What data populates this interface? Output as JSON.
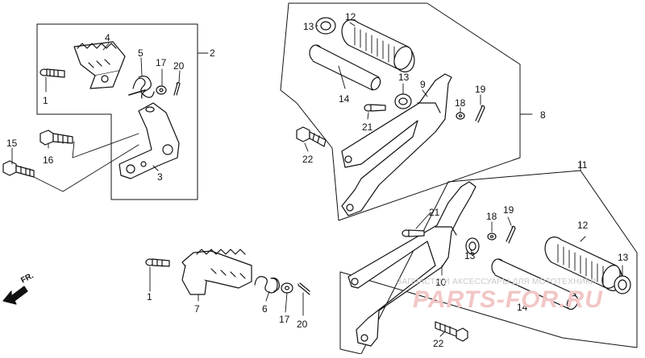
{
  "labels": {
    "p1a": "1",
    "p4": "4",
    "p5": "5",
    "p17a": "17",
    "p20a": "20",
    "p2": "2",
    "p15": "15",
    "p16": "16",
    "p3": "3",
    "p13a": "13",
    "p12a": "12",
    "p13b": "13",
    "p9": "9",
    "p19a": "19",
    "p14a": "14",
    "p18a": "18",
    "p21a": "21",
    "p8": "8",
    "p22a": "22",
    "p11": "11",
    "p21b": "21",
    "p18b": "18",
    "p19b": "19",
    "p12b": "12",
    "p13c": "13",
    "p13d": "13",
    "p10": "10",
    "p14b": "14",
    "p22b": "22",
    "p1b": "1",
    "p7": "7",
    "p6": "6",
    "p17b": "17",
    "p20b": "20"
  },
  "direction_label": "FR.",
  "watermark": {
    "caption": "ЗАПЧАСТИ И АКСЕССУАРЫ ДЛЯ МОТОТЕХНИКИ",
    "brand": "PARTS-FOR.RU"
  }
}
